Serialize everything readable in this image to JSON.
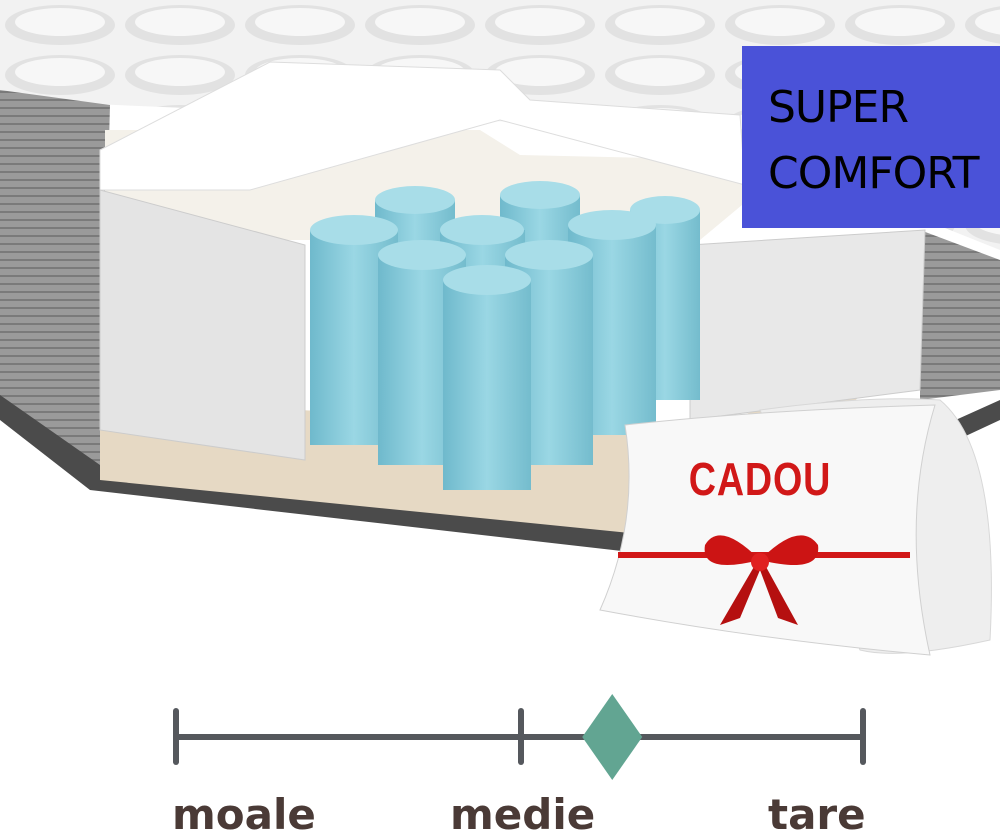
{
  "badge": {
    "line1": "SUPER",
    "line2": "COMFORT",
    "color": "#4a52d8"
  },
  "gift": {
    "label": "CADOU",
    "color": "#d11818"
  },
  "firmness_scale": {
    "labels": [
      "moale",
      "medie",
      "tare"
    ],
    "value_fraction": 0.635,
    "marker_color": "#62a592",
    "line_color": "#55585d",
    "label_color": "#4a3a36"
  }
}
